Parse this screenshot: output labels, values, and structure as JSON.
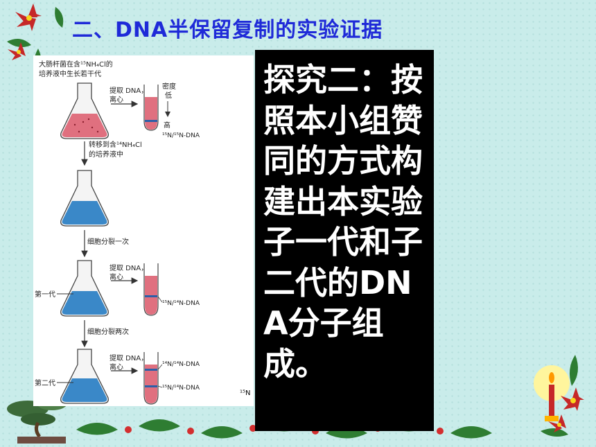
{
  "title": "二、DNA半保留复制的实验证据",
  "panel": {
    "text": "探究二：按照本小组赞同的方式构建出本实验子一代和子二代的DNA分子组成。"
  },
  "figure": {
    "top_caption_line1": "大肠杆菌在含¹⁵NH₄Cl的",
    "top_caption_line2": "培养液中生长若干代",
    "extract_line1": "提取 DNA，",
    "extract_line2": "离心",
    "density_word1": "密度",
    "density_low": "低",
    "density_high": "高",
    "band_15_15": "¹⁵N/¹⁵N-DNA",
    "transfer_line1": "转移到含¹⁴NH₄Cl",
    "transfer_line2": "的培养液中",
    "divide_once": "细胞分裂一次",
    "gen1": "第一代",
    "band_15_14": "¹⁵N/¹⁴N-DNA",
    "divide_twice": "细胞分裂两次",
    "gen2": "第二代",
    "band_14_14": "¹⁴N/¹⁴N-DNA",
    "band_15_14_b": "¹⁵N/¹⁴N-DNA",
    "stub_label": "¹⁵N"
  },
  "colors": {
    "title": "#1f2ad8",
    "background": "#c9ecea",
    "red_medium": "#e0707f",
    "blue_medium": "#3a88c8"
  }
}
